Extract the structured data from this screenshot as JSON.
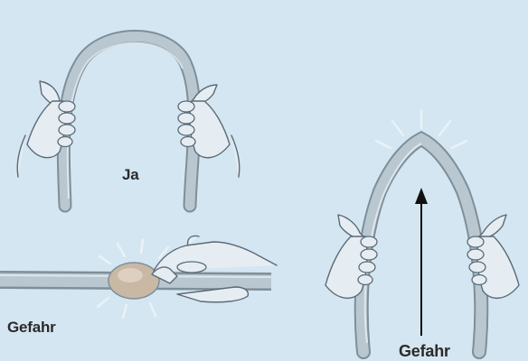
{
  "labels": {
    "ok": "Ja",
    "danger_left": "Gefahr",
    "danger_right": "Gefahr"
  },
  "colors": {
    "background": "#d4e6f1",
    "hose_fill": "#b9c7d0",
    "hose_edge": "#7e8f9a",
    "skin": "#e6edf2",
    "outline": "#5b6b78",
    "text": "#2a2a2a"
  }
}
